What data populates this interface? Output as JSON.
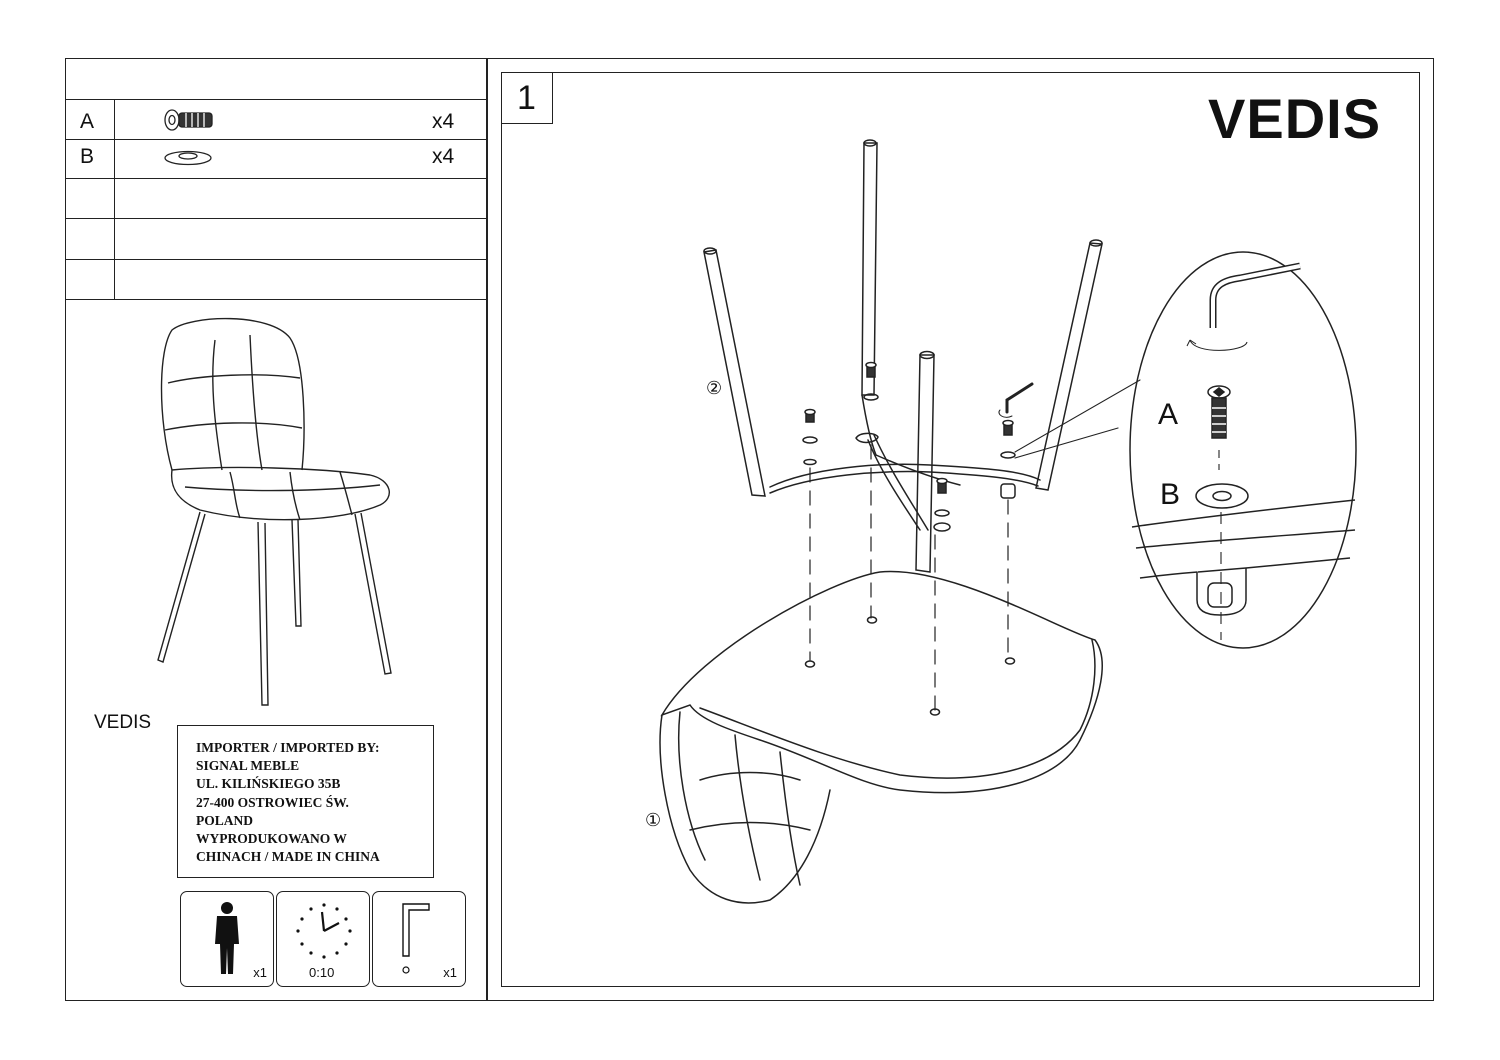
{
  "parts": [
    {
      "letter": "A",
      "name": "bolt-icon",
      "qty": "x4"
    },
    {
      "letter": "B",
      "name": "washer-icon",
      "qty": "x4"
    }
  ],
  "product_name": "VEDIS",
  "importer_lines": [
    "IMPORTER / IMPORTED BY:",
    "SIGNAL MEBLE",
    "UL. KILIŃSKIEGO 35B",
    "27-400 OSTROWIEC ŚW.",
    "POLAND",
    "WYPRODUKOWANO W",
    "CHINACH / MADE IN CHINA"
  ],
  "requirements": {
    "people": "x1",
    "time": "0:10",
    "tools": "x1"
  },
  "step": {
    "number": "1",
    "title": "VEDIS",
    "callouts": {
      "a": "A",
      "b": "B"
    },
    "markers": {
      "leg": "②",
      "seat": "①"
    }
  },
  "icons": [
    "bolt-icon",
    "washer-icon",
    "person-icon",
    "clock-icon",
    "allen-key-icon"
  ]
}
